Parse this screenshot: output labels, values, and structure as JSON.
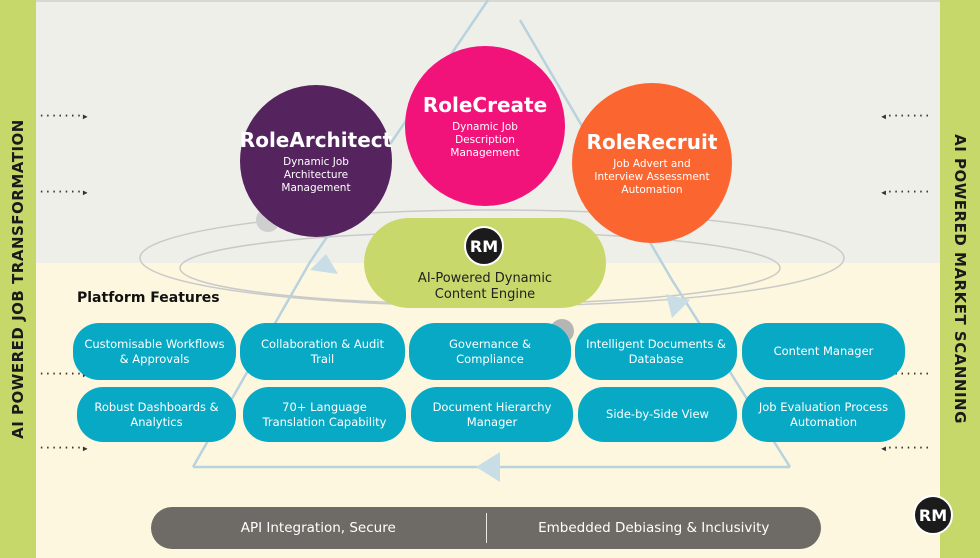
{
  "side_labels": {
    "left": "AI POWERED JOB TRANSFORMATION",
    "right": "AI POWERED MARKET SCANNING"
  },
  "arrow_glyph": "·······▸",
  "arrow_glyph_left": "◂·······",
  "products": [
    {
      "title": "RoleArchitect",
      "subtitle": "Dynamic Job Architecture Management",
      "color": "#55235e"
    },
    {
      "title": "RoleCreate",
      "subtitle": "Dynamic Job Description Management",
      "color": "#f2137a"
    },
    {
      "title": "RoleRecruit",
      "subtitle": "Job Advert and Interview Assessment Automation",
      "color": "#fb6630"
    }
  ],
  "engine": {
    "badge": "RM",
    "label": "AI-Powered Dynamic Content Engine",
    "color": "#c9d86b"
  },
  "features_heading": "Platform Features",
  "features": [
    "Customisable Workflows & Approvals",
    "Collaboration & Audit Trail",
    "Governance & Compliance",
    "Intelligent Documents & Database",
    "Content Manager",
    "Robust Dashboards & Analytics",
    "70+ Language Translation Capability",
    "Document Hierarchy Manager",
    "Side-by-Side View",
    "Job Evaluation Process Automation"
  ],
  "bottom_bar": {
    "left": "API Integration, Secure",
    "right": "Embedded Debiasing & Inclusivity"
  },
  "corner_badge": "RM",
  "colors": {
    "accent_green": "#c7d86a",
    "feature_teal": "#08a9c4",
    "bottom_bar_grey": "#6e6b67"
  }
}
